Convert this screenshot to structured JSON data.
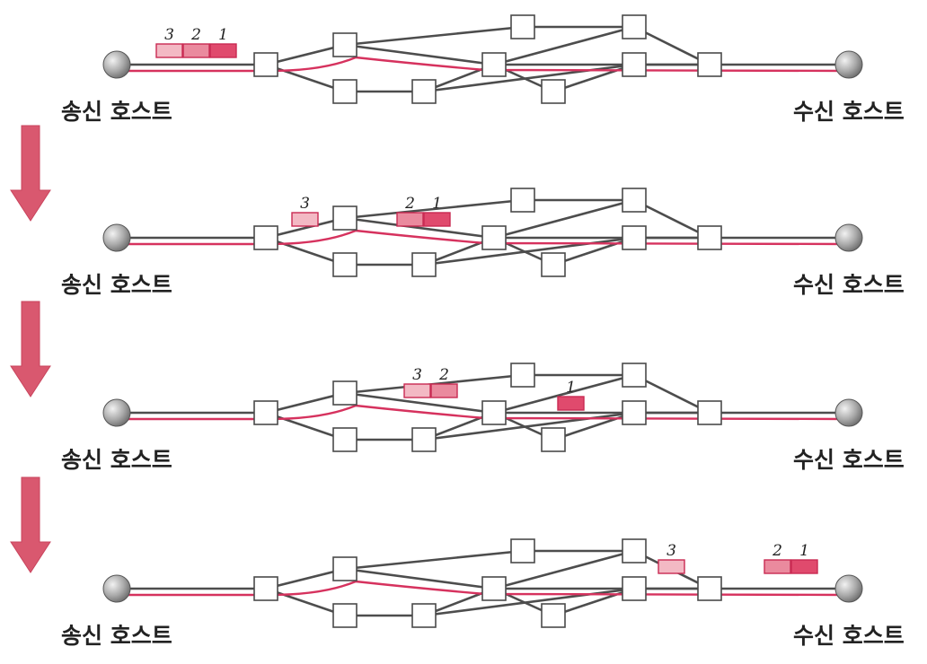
{
  "colors": {
    "route": "#d6325e",
    "link": "#4d4d4d",
    "arrow": "#d9586f",
    "packet_1": "#e04a6d",
    "packet_2": "#ea8a9e",
    "packet_3": "#f3b9c4"
  },
  "hosts": {
    "sender_label": "송신 호스트",
    "receiver_label": "수신 호스트"
  },
  "stages": [
    {
      "id": "stage-1",
      "packets": [
        {
          "id": "3",
          "label": "3"
        },
        {
          "id": "2",
          "label": "2"
        },
        {
          "id": "1",
          "label": "1"
        }
      ]
    },
    {
      "id": "stage-2",
      "packets": [
        {
          "id": "3",
          "label": "3"
        },
        {
          "id": "2",
          "label": "2"
        },
        {
          "id": "1",
          "label": "1"
        }
      ]
    },
    {
      "id": "stage-3",
      "packets": [
        {
          "id": "3",
          "label": "3"
        },
        {
          "id": "2",
          "label": "2"
        },
        {
          "id": "1",
          "label": "1"
        }
      ]
    },
    {
      "id": "stage-4",
      "packets": [
        {
          "id": "3",
          "label": "3"
        },
        {
          "id": "2",
          "label": "2"
        },
        {
          "id": "1",
          "label": "1"
        }
      ]
    }
  ]
}
